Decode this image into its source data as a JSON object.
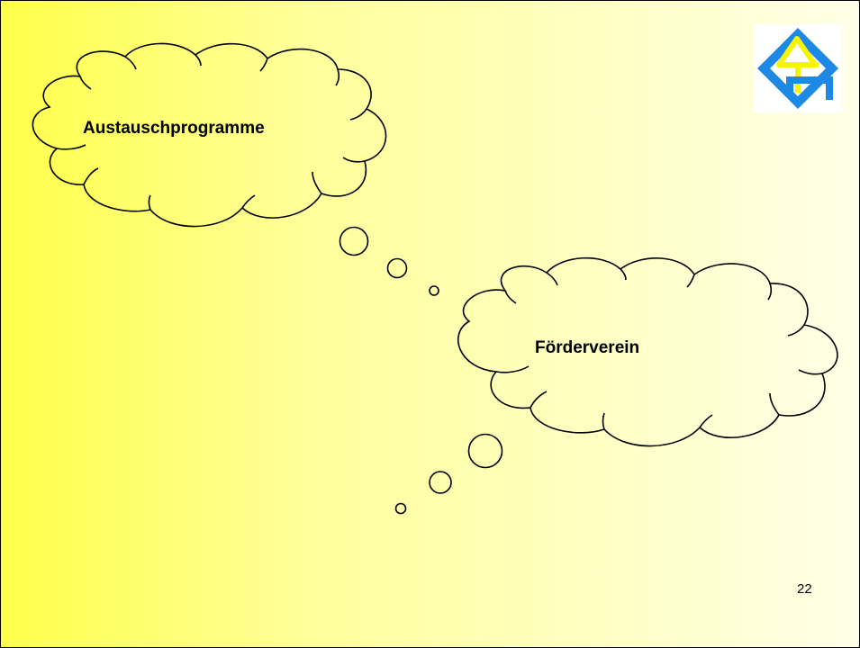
{
  "slide": {
    "clouds": [
      {
        "id": "top-left",
        "label": "Austauschprogramme"
      },
      {
        "id": "right",
        "label": "Förderverein"
      }
    ],
    "page_number": "22",
    "logo": {
      "icon": "school-diamond-logo",
      "colors": {
        "diamond": "#1e88e5",
        "mark": "#f5f500"
      }
    },
    "background": {
      "from": "#ffff4a",
      "to": "#ffffe8"
    }
  }
}
